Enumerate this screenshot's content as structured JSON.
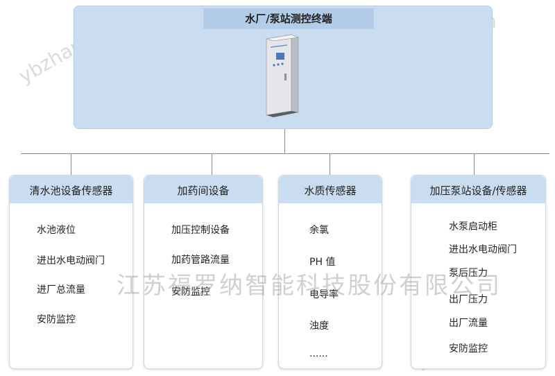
{
  "title": "水厂/泵站测控终端",
  "groups": [
    {
      "title": "清水池设备传感器",
      "items": [
        "水池液位",
        "进出水电动阀门",
        "进厂总流量",
        "安防监控"
      ]
    },
    {
      "title": "加药间设备",
      "items": [
        "加压控制设备",
        "加药管路流量",
        "安防监控"
      ]
    },
    {
      "title": "水质传感器",
      "items": [
        "余氯",
        "PH 值",
        "电导率",
        "浊度",
        "......"
      ]
    },
    {
      "title": "加压泵站设备/传感器",
      "items": [
        "水泵启动柜",
        "进出水电动阀门",
        "泵后压力",
        "出厂压力",
        "出厂流量",
        "安防监控"
      ]
    }
  ],
  "watermark": "江苏福罗纳智能科技股份有限公司",
  "watermark_site": "ybzhan.cn",
  "colors": {
    "box_fill": "#c9dcf0",
    "title_fill": "#b3cde8",
    "line": "#8a8a8a"
  }
}
